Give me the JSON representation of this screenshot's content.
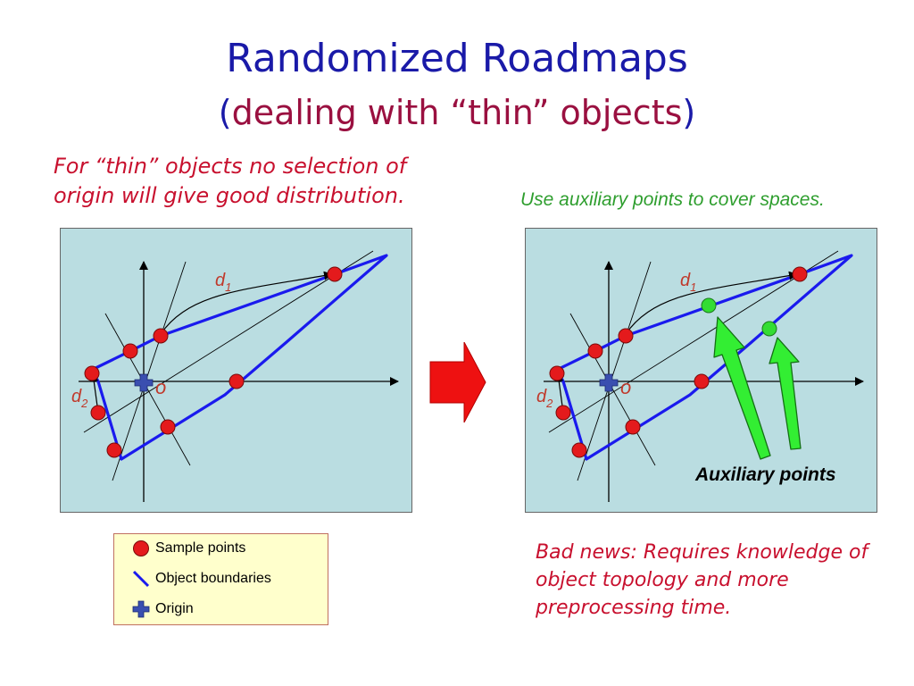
{
  "title": {
    "main": "Randomized Roadmaps",
    "open_paren": "(",
    "subtitle": "dealing with “thin” objects",
    "close_paren": ")"
  },
  "left_note": {
    "line1": "For “thin” objects no selection of",
    "line2": "origin will give good distribution."
  },
  "right_note": "Use auxiliary points to cover spaces.",
  "panel_left": {
    "label_d1_base": "d",
    "label_d1_sub": "1",
    "label_d2_base": "d",
    "label_d2_sub": "2",
    "label_o": "o"
  },
  "panel_right": {
    "label_d1_base": "d",
    "label_d1_sub": "1",
    "label_d2_base": "d",
    "label_d2_sub": "2",
    "label_o": "o",
    "aux_label": "Auxiliary points"
  },
  "legend": {
    "sample": "Sample points",
    "boundaries": "Object boundaries",
    "origin": "Origin"
  },
  "bad_news": {
    "line1": "Bad news: Requires knowledge of",
    "line2": "object topology and more",
    "line3": "preprocessing time."
  },
  "colors": {
    "title_blue": "#1a1aa8",
    "subtitle_maroon": "#9a1040",
    "note_red": "#c8102e",
    "note_green": "#2e9e2e",
    "panel_bg": "#badde1",
    "boundary_blue": "#1a1aee",
    "sample_red": "#e41a1c",
    "aux_green": "#33dd33",
    "legend_bg": "#ffffcc"
  },
  "icons": {
    "sample": "red-circle",
    "boundary": "blue-diagonal-line",
    "origin": "blue-plus",
    "transition": "red-right-arrow"
  }
}
